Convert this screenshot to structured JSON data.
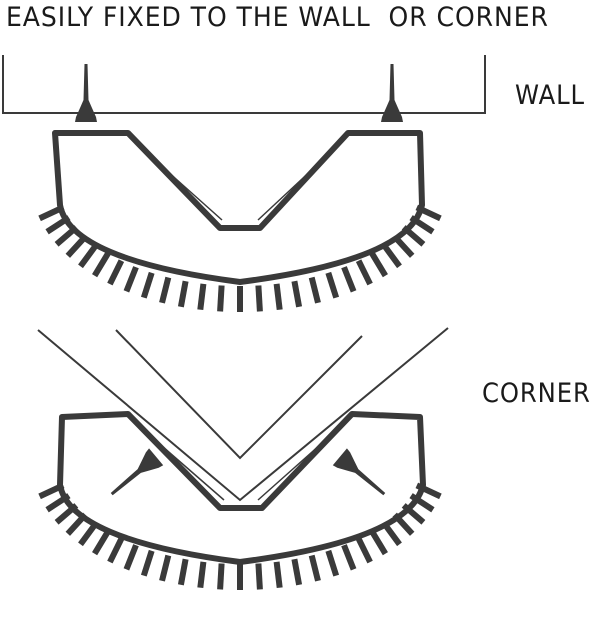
{
  "headline": "EASILY FIXED TO THE WALL  OR CORNER",
  "labels": {
    "wall": "WALL",
    "corner": "CORNER"
  },
  "colors": {
    "ink": "#3a3a3a",
    "background": "#ffffff"
  },
  "icons": {
    "screw": "screw-icon",
    "holder": "curved-brush-holder"
  }
}
